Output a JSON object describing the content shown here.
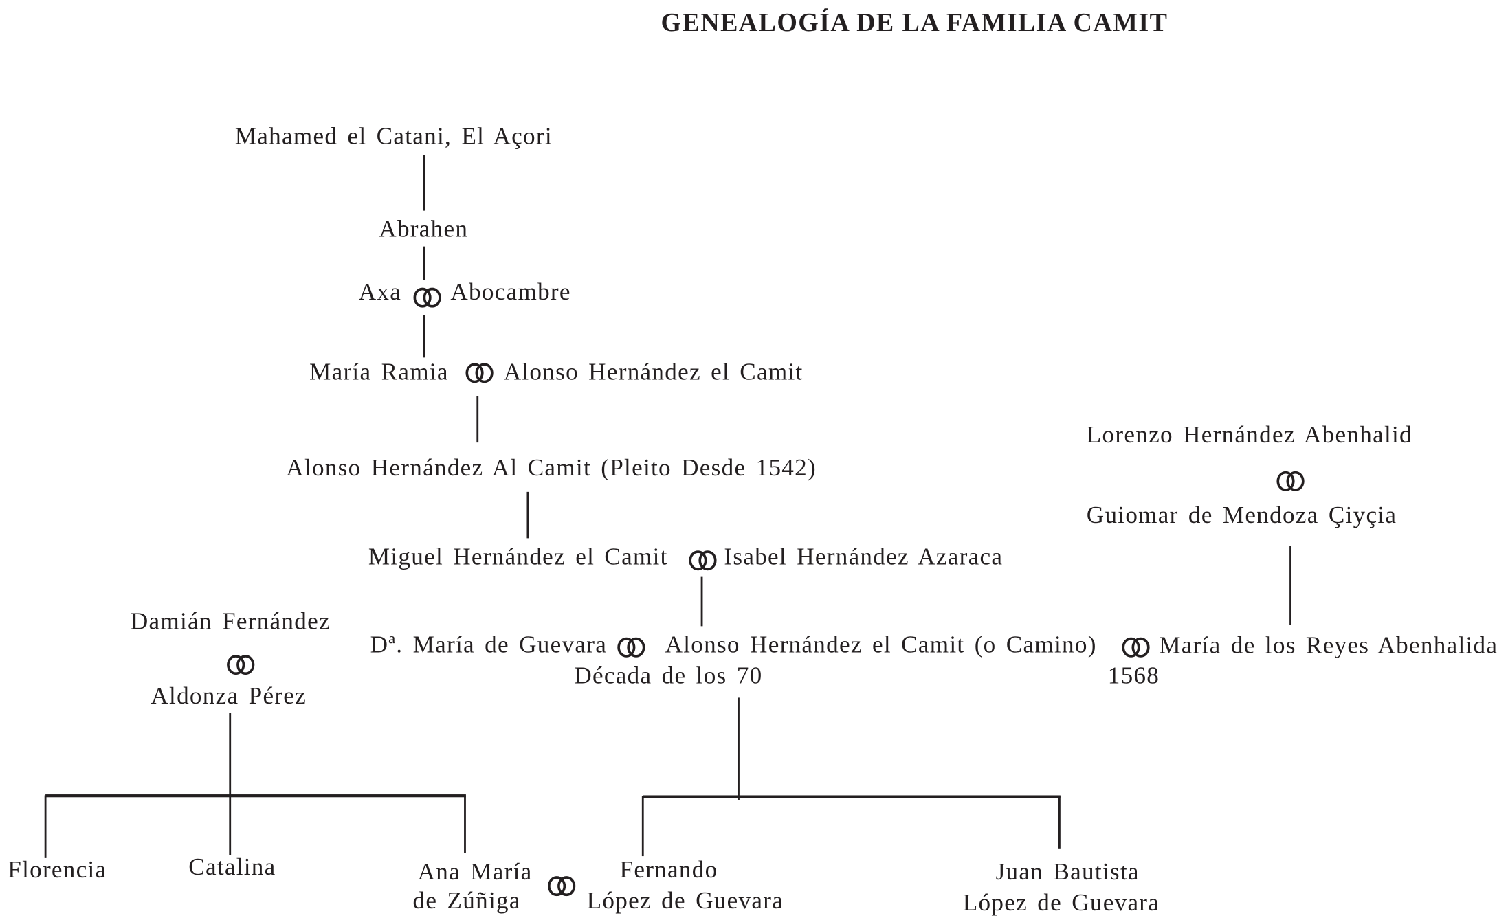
{
  "title": "GENEALOGÍA DE LA FAMILIA CAMIT",
  "marriage_icon": "interlocked-rings",
  "people": {
    "mahamed": "Mahamed el Catani, El Açori",
    "abrahen": "Abrahen",
    "axa": "Axa",
    "abocambre": "Abocambre",
    "maria_ramia": "María Ramia",
    "alonso_1": "Alonso Hernández el Camit",
    "alonso_al": "Alonso Hernández Al Camit (Pleito Desde 1542)",
    "miguel": "Miguel Hernández el Camit",
    "isabel": "Isabel Hernández Azaraca",
    "lorenzo": "Lorenzo Hernández Abenhalid",
    "guiomar": "Guiomar de Mendoza Çiyçia",
    "maria_guevara": "Dª. María de Guevara",
    "alonso_camino": "Alonso Hernández el Camit (o Camino)",
    "maria_reyes": "María de los Reyes Abenhalida",
    "marriage_date_1": "Década de los 70",
    "marriage_date_2": "1568",
    "damian": "Damián Fernández",
    "aldonza": "Aldonza Pérez",
    "florencia": "Florencia",
    "catalina": "Catalina",
    "ana_maria_1": "Ana María",
    "ana_maria_2": "de Zúñiga",
    "fernando_1": "Fernando",
    "fernando_2": "López de Guevara",
    "juan_1": "Juan Bautista",
    "juan_2": "López de Guevara"
  }
}
